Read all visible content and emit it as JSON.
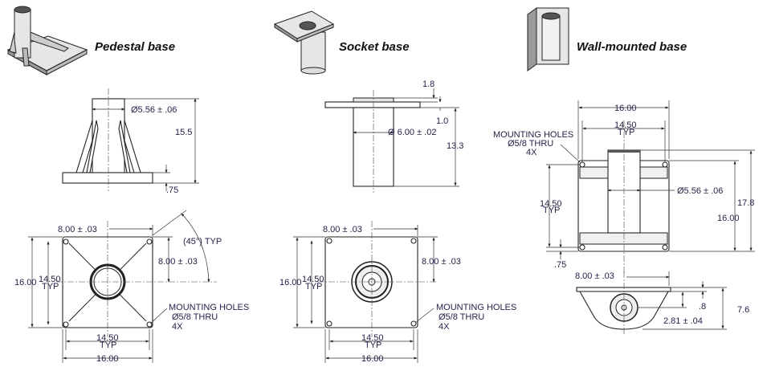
{
  "titles": {
    "pedestal": "Pedestal base",
    "socket": "Socket base",
    "wall": "Wall-mounted base"
  },
  "pedestal": {
    "side": {
      "diameter": "Ø5.56 ± .06",
      "height": "15.5",
      "plate": ".75"
    },
    "top": {
      "half_width": "8.00 ± .03",
      "angle": "(45°) TYP",
      "half_height": "8.00 ± .03",
      "overall_h": "16.00",
      "holes_h_1": "14.50",
      "holes_h_2": "TYP",
      "holes_note_1": "MOUNTING HOLES",
      "holes_note_2": "Ø5/8 THRU",
      "holes_note_3": "4X",
      "holes_w_1": "14.50",
      "holes_w_2": "TYP",
      "overall_w": "16.00"
    }
  },
  "socket": {
    "side": {
      "flange_top": "1.8",
      "flange": "1.0",
      "diameter": "Ø 6.00 ± .02",
      "height": "13.3"
    },
    "top": {
      "half_width": "8.00 ± .03",
      "half_height": "8.00 ± .03",
      "overall_h": "16.00",
      "holes_h_1": "14.50",
      "holes_h_2": "TYP",
      "holes_note_1": "MOUNTING HOLES",
      "holes_note_2": "Ø5/8 THRU",
      "holes_note_3": "4X",
      "holes_w_1": "14.50",
      "holes_w_2": "TYP",
      "overall_w": "16.00"
    }
  },
  "wall": {
    "front": {
      "overall_w": "16.00",
      "holes_w_1": "14.50",
      "holes_w_2": "TYP",
      "holes_note_1": "MOUNTING HOLES",
      "holes_note_2": "Ø5/8 THRU",
      "holes_note_3": "4X",
      "diameter": "Ø5.56 ± .06",
      "holes_h_1": "14.50",
      "holes_h_2": "TYP",
      "overall_h": "16.00",
      "total_h": "17.8",
      "offset": ".75"
    },
    "bottom": {
      "half_width": "8.00 ± .03",
      "lip": ".8",
      "depth": "7.6",
      "center": "2.81 ± .04"
    }
  }
}
